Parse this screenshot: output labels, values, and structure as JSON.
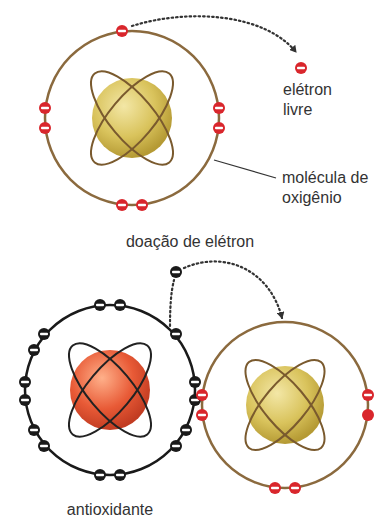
{
  "diagram": {
    "labels": [
      "elétron livre",
      "molécula de oxigênio",
      "doação de elétron",
      "antioxidante"
    ]
  }
}
